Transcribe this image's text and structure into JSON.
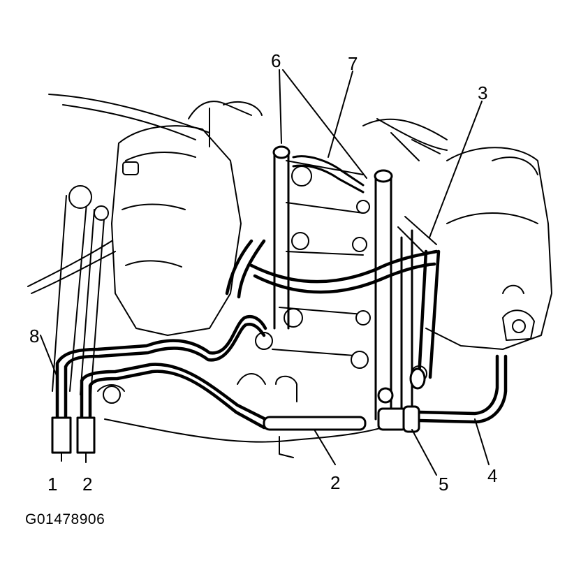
{
  "figure": {
    "id": "G01478906"
  },
  "callouts": [
    "1",
    "2",
    "2",
    "3",
    "4",
    "5",
    "6",
    "7",
    "8"
  ]
}
